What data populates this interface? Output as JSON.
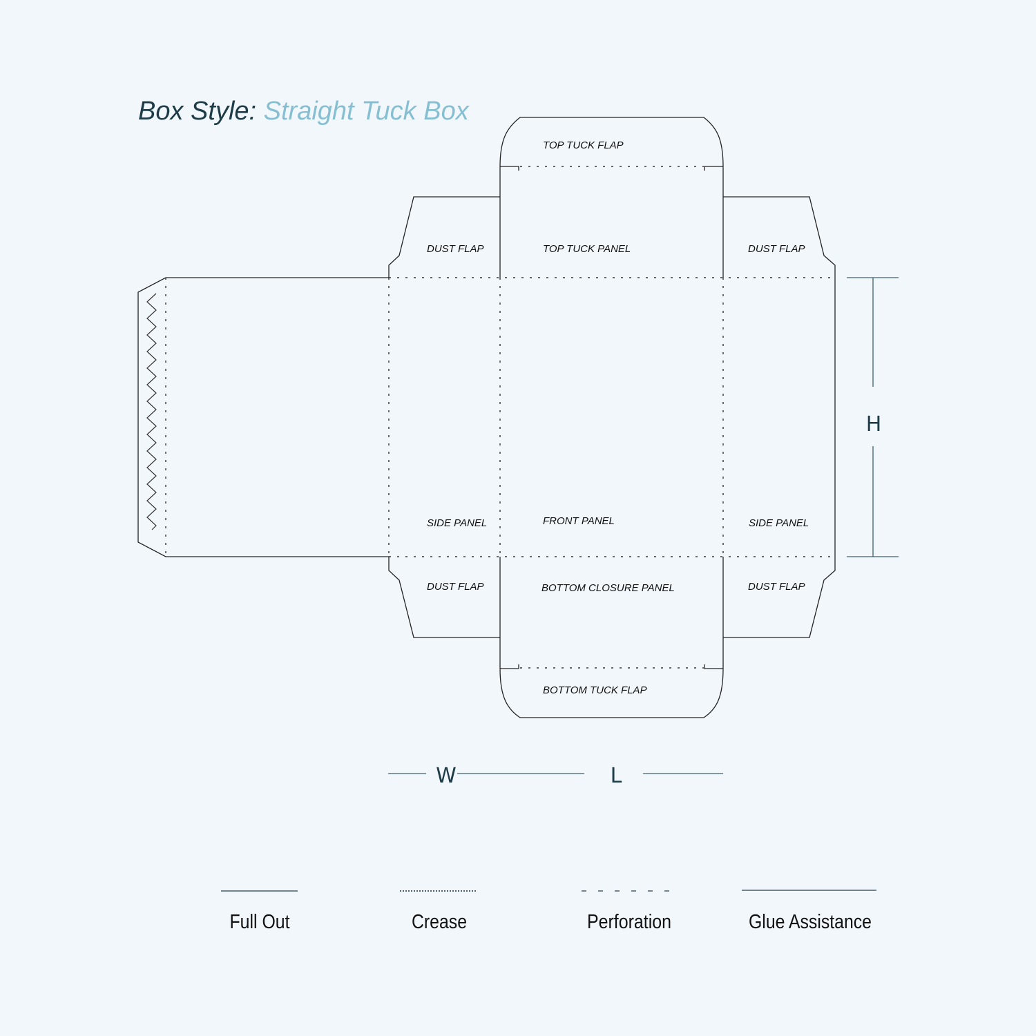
{
  "header": {
    "prefix": "Box Style: ",
    "style_name": "Straight Tuck Box"
  },
  "panels": {
    "top_tuck_flap": "TOP TUCK FLAP",
    "top_tuck_panel": "TOP TUCK PANEL",
    "dust_flap_top_left": "DUST FLAP",
    "dust_flap_top_right": "DUST FLAP",
    "side_panel_left": "SIDE PANEL",
    "front_panel": "FRONT PANEL",
    "side_panel_right": "SIDE PANEL",
    "dust_flap_bottom_left": "DUST FLAP",
    "bottom_closure_panel": "BOTTOM CLOSURE PANEL",
    "dust_flap_bottom_right": "DUST FLAP",
    "bottom_tuck_flap": "BOTTOM TUCK FLAP"
  },
  "dimensions": {
    "height": "H",
    "width": "W",
    "length": "L"
  },
  "legend": [
    {
      "label": "Full Out",
      "style": "solid"
    },
    {
      "label": "Crease",
      "style": "dotted"
    },
    {
      "label": "Perforation",
      "style": "dashed"
    },
    {
      "label": "Glue Assistance",
      "style": "solid-long"
    }
  ],
  "colors": {
    "background": "#f2f7fc",
    "title": "#1d3c48",
    "accent": "#86bfd1"
  }
}
